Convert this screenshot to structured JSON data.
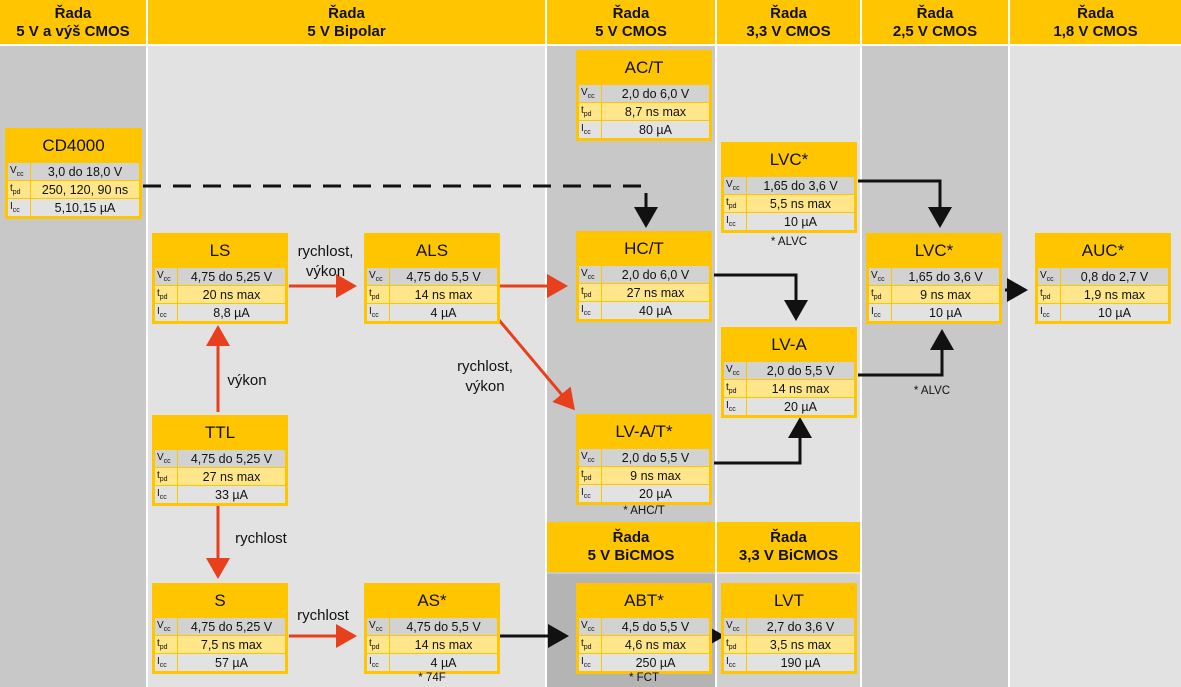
{
  "headers": [
    {
      "line1": "Řada",
      "line2": "5 V a výš CMOS"
    },
    {
      "line1": "Řada",
      "line2": "5 V Bipolar"
    },
    {
      "line1": "Řada",
      "line2": "5 V CMOS"
    },
    {
      "line1": "Řada",
      "line2": "3,3 V CMOS"
    },
    {
      "line1": "Řada",
      "line2": "2,5 V CMOS"
    },
    {
      "line1": "Řada",
      "line2": "1,8 V CMOS"
    }
  ],
  "subheaders": [
    {
      "line1": "Řada",
      "line2": "5 V BiCMOS"
    },
    {
      "line1": "Řada",
      "line2": "3,3 V BiCMOS"
    }
  ],
  "param_labels": {
    "vcc_main": "V",
    "vcc_sub": "cc",
    "tpd_main": "t",
    "tpd_sub": "pd",
    "icc_main": "I",
    "icc_sub": "cc"
  },
  "boxes": {
    "cd4000": {
      "title": "CD4000",
      "vcc": "3,0 do 18,0 V",
      "tpd": "250, 120, 90 ns",
      "icc": "5,10,15 µA"
    },
    "ls": {
      "title": "LS",
      "vcc": "4,75 do 5,25 V",
      "tpd": "20 ns max",
      "icc": "8,8 µA"
    },
    "als": {
      "title": "ALS",
      "vcc": "4,75 do 5,5 V",
      "tpd": "14 ns max",
      "icc": "4 µA"
    },
    "ttl": {
      "title": "TTL",
      "vcc": "4,75 do 5,25 V",
      "tpd": "27 ns max",
      "icc": "33 µA"
    },
    "s": {
      "title": "S",
      "vcc": "4,75 do 5,25 V",
      "tpd": "7,5 ns max",
      "icc": "57 µA"
    },
    "as": {
      "title": "AS*",
      "vcc": "4,75 do 5,5 V",
      "tpd": "14 ns max",
      "icc": "4 µA"
    },
    "act": {
      "title": "AC/T",
      "vcc": "2,0 do 6,0 V",
      "tpd": "8,7 ns max",
      "icc": "80 µA"
    },
    "hct": {
      "title": "HC/T",
      "vcc": "2,0 do 6,0 V",
      "tpd": "27 ns max",
      "icc": "40 µA"
    },
    "lvat": {
      "title": "LV-A/T*",
      "vcc": "2,0 do 5,5 V",
      "tpd": "9 ns max",
      "icc": "20 µA"
    },
    "abt": {
      "title": "ABT*",
      "vcc": "4,5 do 5,5 V",
      "tpd": "4,6 ns max",
      "icc": "250 µA"
    },
    "lvc1": {
      "title": "LVC*",
      "vcc": "1,65 do 3,6 V",
      "tpd": "5,5 ns max",
      "icc": "10 µA"
    },
    "lva": {
      "title": "LV-A",
      "vcc": "2,0 do 5,5 V",
      "tpd": "14 ns max",
      "icc": "20 µA"
    },
    "lvt": {
      "title": "LVT",
      "vcc": "2,7 do 3,6 V",
      "tpd": "3,5 ns max",
      "icc": "190 µA"
    },
    "lvc2": {
      "title": "LVC*",
      "vcc": "1,65 do 3,6 V",
      "tpd": "9 ns max",
      "icc": "10 µA"
    },
    "auc": {
      "title": "AUC*",
      "vcc": "0,8 do 2,7 V",
      "tpd": "1,9 ns max",
      "icc": "10 µA"
    }
  },
  "notes": {
    "lvc1": "* ALVC",
    "lva": "* ALVC",
    "lvat": "* AHC/T",
    "as": "* 74F",
    "abt": "* FCT"
  },
  "edge_labels": {
    "ls_als_1": "rychlost,",
    "ls_als_2": "výkon",
    "als_lvat_1": "rychlost,",
    "als_lvat_2": "výkon",
    "ttl_ls": "výkon",
    "ttl_s": "rychlost",
    "s_as": "rychlost"
  },
  "colors": {
    "header_yellow": "#FFC600",
    "row_value_yellow": "#FFE68A",
    "bg_dark_gray": "#C8C8C8",
    "bg_light_gray": "#E2E2E2",
    "arrow_red": "#E8401C",
    "arrow_black": "#111111"
  }
}
